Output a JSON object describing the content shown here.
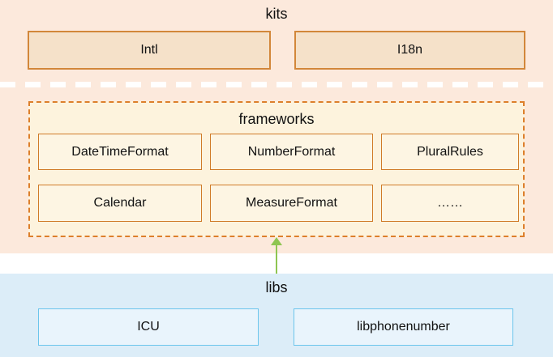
{
  "colors": {
    "peach-bg": "#fce9dc",
    "kits-box-fill": "#f5e1c9",
    "kits-box-border": "#d2873a",
    "frameworks-fill": "#fdf3dd",
    "frameworks-border": "#dd7f2b",
    "frameworks-box-fill": "#fdf5e3",
    "frameworks-box-border": "#d07b28",
    "divider": "#ffffff",
    "arrow-green": "#8ec551",
    "libs-bg": "#dcedf8",
    "libs-box-fill": "#e9f4fc",
    "libs-box-border": "#6cc5ec",
    "text": "#111111"
  },
  "kits": {
    "title": "kits",
    "boxes": [
      {
        "label": "Intl"
      },
      {
        "label": "I18n"
      }
    ]
  },
  "frameworks": {
    "title": "frameworks",
    "boxes": [
      {
        "label": "DateTimeFormat"
      },
      {
        "label": "NumberFormat"
      },
      {
        "label": "PluralRules"
      },
      {
        "label": "Calendar"
      },
      {
        "label": "MeasureFormat"
      },
      {
        "label": "……"
      }
    ]
  },
  "libs": {
    "title": "libs",
    "boxes": [
      {
        "label": "ICU"
      },
      {
        "label": "libphonenumber"
      }
    ]
  },
  "arrow": {
    "direction": "up",
    "from": "libs",
    "to": "frameworks"
  }
}
